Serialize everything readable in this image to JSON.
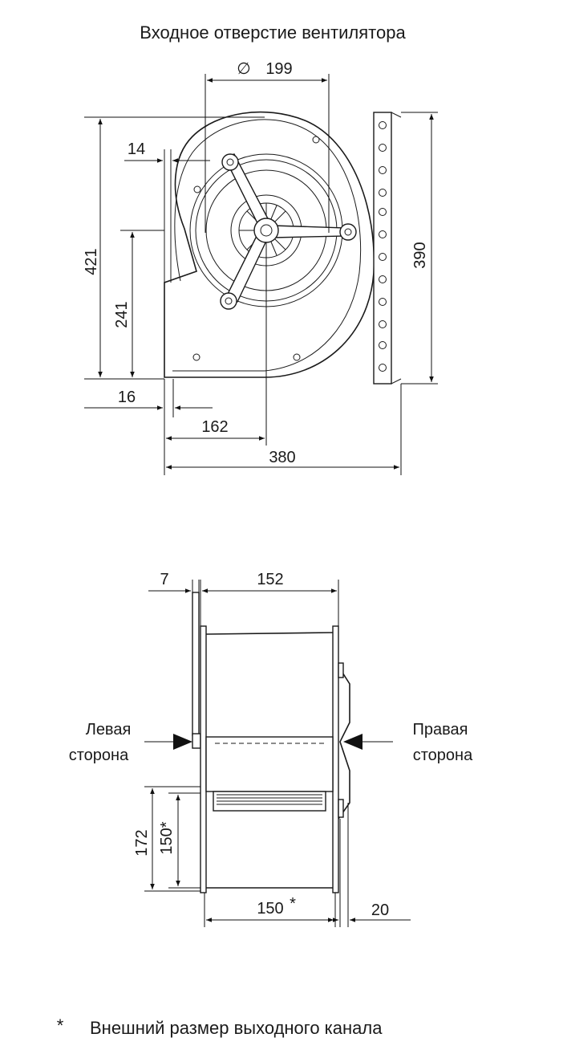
{
  "title": "Входное отверстие вентилятора",
  "diameter_symbol": "∅",
  "front_view": {
    "d_inlet": "199",
    "d_14": "14",
    "d_421": "421",
    "d_241": "241",
    "d_390": "390",
    "d_16": "16",
    "d_162": "162",
    "d_380": "380"
  },
  "side_view": {
    "d_7": "7",
    "d_152": "152",
    "left_side": [
      "Левая",
      "сторона"
    ],
    "right_side": [
      "Правая",
      "сторона"
    ],
    "d_172": "172",
    "d_150v": "150*",
    "d_150h": "150",
    "star": "*",
    "d_20": "20"
  },
  "footnote": {
    "marker": "*",
    "text": "Внешний размер выходного канала"
  },
  "colors": {
    "line": "#1a1a1a",
    "hole": "#c9b27a"
  }
}
